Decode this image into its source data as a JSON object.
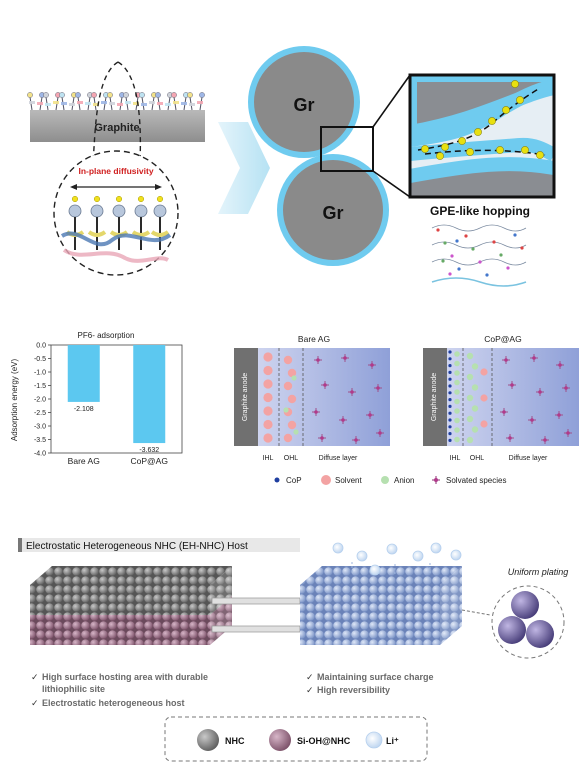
{
  "top_panel": {
    "graphite_label": "Graphite",
    "diffusivity_label": "In-plane diffusivity",
    "gr_label": "Gr",
    "gpe_label": "GPE-like hopping"
  },
  "middle_panel": {
    "bare_ag_title": "Bare AG",
    "coag_title": "CoP@AG",
    "anode_label": "Graphite anode",
    "ihl_label": "IHL",
    "ohl_label": "OHL",
    "diffuse_label": "Diffuse layer",
    "legend": {
      "cop": "CoP",
      "solvent": "Solvent",
      "anion": "Anion",
      "solvated": "Solvated species"
    }
  },
  "chart_data": {
    "type": "bar",
    "title": "PF6- adsorption",
    "ylabel": "Adsorption energy (eV)",
    "categories": [
      "Bare AG",
      "CoP@AG"
    ],
    "values": [
      -2.108,
      -3.632
    ],
    "value_labels": [
      "-2.108",
      "-3.632"
    ],
    "ylim": [
      -4.0,
      0.0
    ],
    "yticks": [
      "0.0",
      "-0.5",
      "-1.0",
      "-1.5",
      "-2.0",
      "-2.5",
      "-3.0",
      "-3.5",
      "-4.0"
    ],
    "colors": {
      "bar": "#5cc8f0"
    }
  },
  "bottom_panel": {
    "title_prefix": "Electrostatic Heterogeneous NHC (EH-NHC) Host",
    "uniform_plating": "Uniform plating",
    "bullets_left": [
      "High surface hosting area with durable lithiophilic site",
      "Electrostatic heterogeneous host"
    ],
    "bullets_right": [
      "Maintaining surface charge",
      "High reversibility"
    ],
    "legend": {
      "nhc": "NHC",
      "sioh": "Si-OH@NHC",
      "li": "Li⁺"
    }
  },
  "colors": {
    "cyan": "#5cc8f0",
    "gray_particle": "#6f6f6f",
    "mauve_particle": "#9a6e86",
    "blue_particle": "#8fa8d6",
    "purple_li": "#5a4d86"
  }
}
